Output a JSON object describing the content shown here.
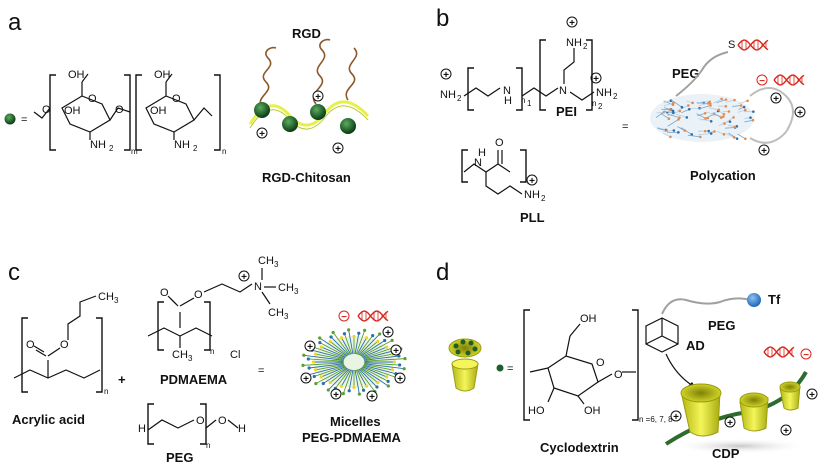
{
  "panels": {
    "a": {
      "letter": "a",
      "equals": "=",
      "rgd_label": "RGD",
      "title": "RGD-Chitosan",
      "repeat_m": "m",
      "repeat_n": "n",
      "oh": "OH",
      "nh2": "NH",
      "nh2_sub": "2",
      "o": "O"
    },
    "b": {
      "letter": "b",
      "pei_label": "PEI",
      "pll_label": "PLL",
      "peg_label": "PEG",
      "polycation_label": "Polycation",
      "equals": "=",
      "nh2": "NH",
      "nh2_sub": "2",
      "n1": "n",
      "n1_sub": "1",
      "n2": "n",
      "n2_sub": "2",
      "n": "n",
      "s": "S",
      "h": "H",
      "N": "N",
      "O": "O"
    },
    "c": {
      "letter": "c",
      "acrylic_label": "Acrylic acid",
      "pdmaema_label": "PDMAEMA",
      "peg_label": "PEG",
      "micelles_label": "Micelles",
      "micelles_sub": "PEG-PDMAEMA",
      "equals": "=",
      "plus": "+",
      "ch3": "CH",
      "ch3_sub": "3",
      "cl": "Cl",
      "n": "n",
      "h": "H",
      "o": "O",
      "N": "N"
    },
    "d": {
      "letter": "d",
      "tf_label": "Tf",
      "peg_label": "PEG",
      "ad_label": "AD",
      "cdp_label": "CDP",
      "cyclodextrin_label": "Cyclodextrin",
      "n_values": "n =6, 7, 8",
      "equals": "=",
      "oh": "OH",
      "ho": "HO",
      "o": "O"
    }
  },
  "colors": {
    "chitosan_green": "#1e5e2a",
    "linker_yellow": "#e8f048",
    "rgd_brown": "#8b5a2b",
    "dna_red": "#d9261c",
    "peg_gray": "#a0a0a0",
    "micelle_blue": "#2a6fb0",
    "micelle_green": "#5aa02c",
    "micelle_yellow": "#f1d42a",
    "cd_yellow": "#dbe02a",
    "tf_blue": "#2f7fd0",
    "cdp_green": "#2e6b2e"
  }
}
